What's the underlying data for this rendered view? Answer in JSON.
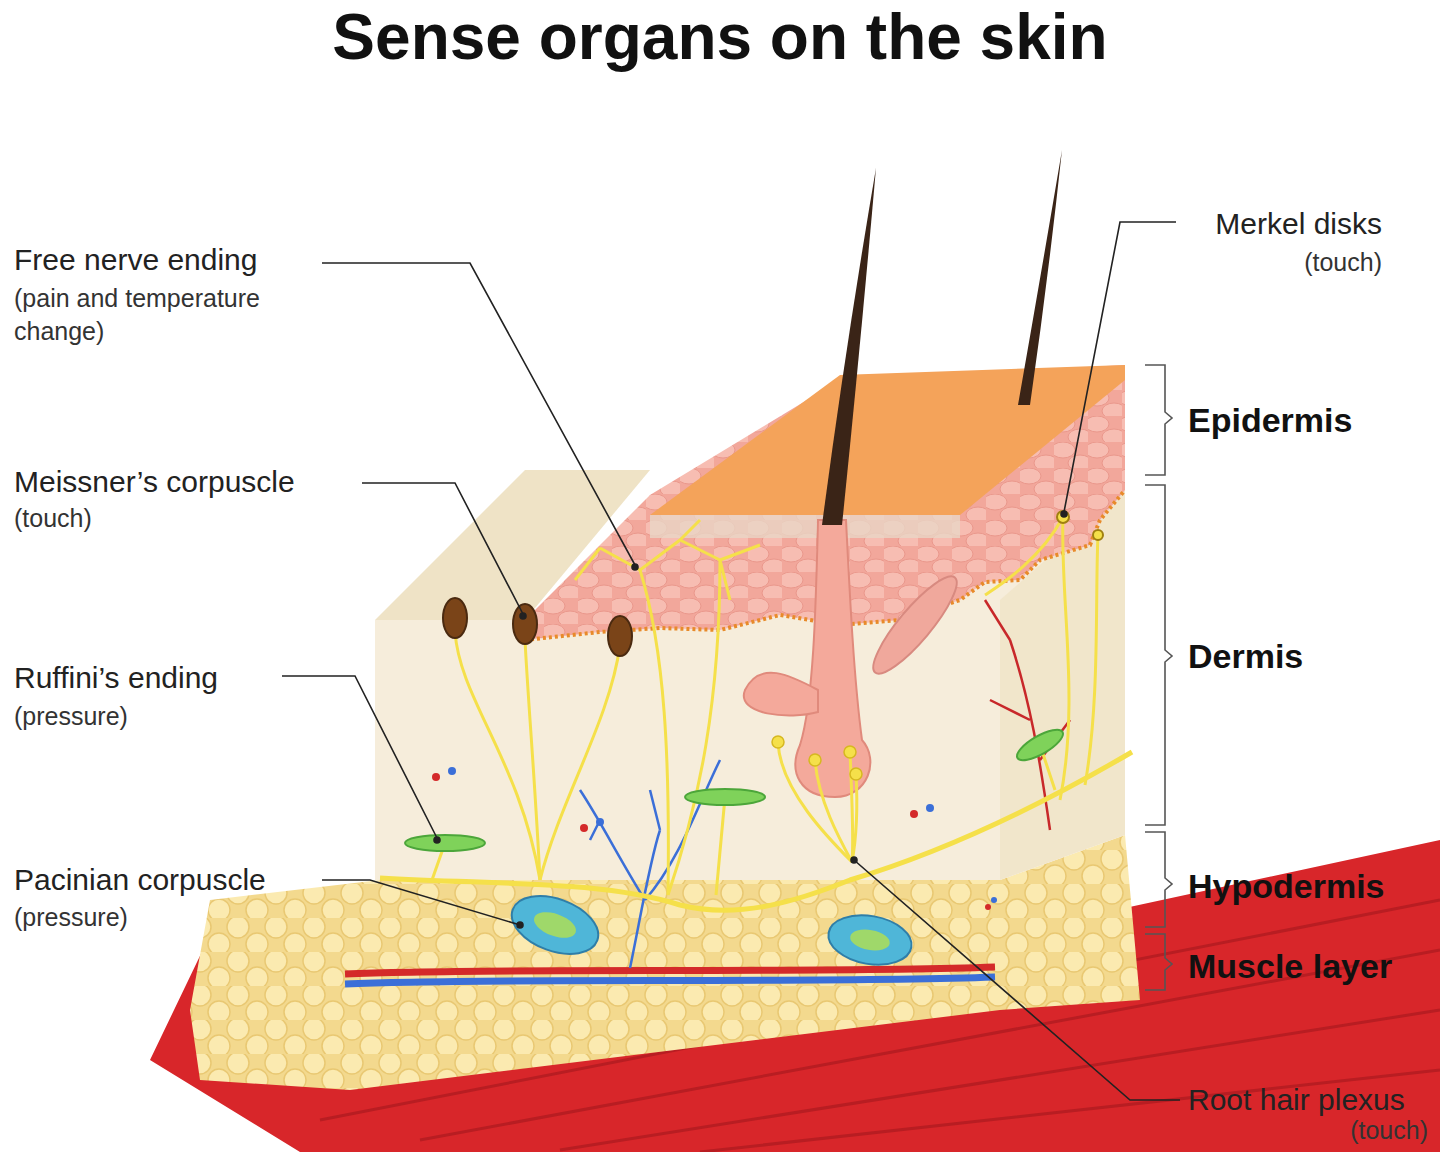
{
  "diagram": {
    "title": "Sense organs on the skin",
    "labels": [
      "Free nerve ending",
      "(pain and temperature change)",
      "Meissner’s corpuscle",
      "(touch)",
      "Ruffini’s ending",
      "(pressure)",
      "Pacinian corpuscle",
      "(pressure)",
      "Merkel disks",
      "(touch)",
      "Epidermis",
      "Dermis",
      "Hypodermis",
      "Muscle layer",
      "Root hair plexus",
      "(touch)"
    ]
  }
}
